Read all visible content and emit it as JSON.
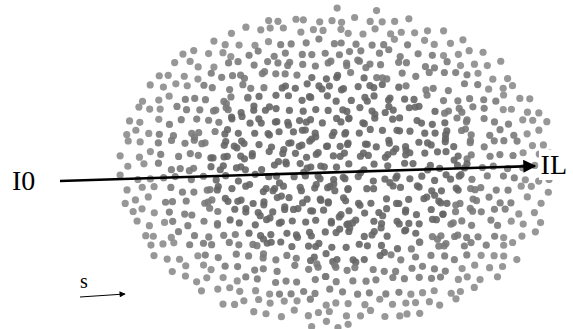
{
  "diagram": {
    "labels": [
      "I0",
      "IL",
      "s"
    ]
  }
}
